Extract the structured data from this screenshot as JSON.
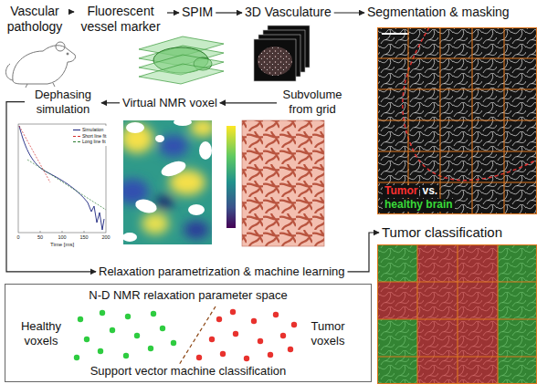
{
  "diagram": {
    "nodes": [
      {
        "text": [
          "Vascular pathology"
        ]
      },
      {
        "text": [
          "Fluorescent vessel marker"
        ]
      },
      {
        "text": [
          "SPIM"
        ]
      },
      {
        "text": [
          "3D Vasculature"
        ]
      },
      {
        "text": [
          "Segmentation & masking"
        ]
      },
      {
        "text": [
          "Dephasing simulation"
        ]
      },
      {
        "text": [
          "Virtual NMR voxel"
        ]
      },
      {
        "text": [
          "Subvolume from grid"
        ]
      },
      {
        "text": [
          "Relaxation parametrization & machine learning"
        ]
      },
      {
        "text": [
          "Tumor classification"
        ]
      },
      {
        "text": [
          "N-D NMR relaxation parameter space",
          "Healthy voxels",
          "Tumor voxels",
          "Support vector machine classification"
        ]
      }
    ],
    "edges": [
      {
        "from": 0,
        "to": 1,
        "arrow": "to"
      },
      {
        "from": 1,
        "to": 2,
        "arrow": "to"
      },
      {
        "from": 2,
        "to": 3,
        "arrow": "to"
      },
      {
        "from": 3,
        "to": 4,
        "arrow": "to"
      },
      {
        "from": 7,
        "to": 6,
        "arrow": "to"
      },
      {
        "from": 6,
        "to": 5,
        "arrow": "to"
      },
      {
        "from": 5,
        "to": 8,
        "arrow": "to"
      },
      {
        "from": 8,
        "to": 9,
        "arrow": "to"
      }
    ],
    "labels": [
      "Tumor",
      "vs.",
      "healthy brain",
      "0",
      "50",
      "100",
      "150",
      "200",
      "Time [ms]"
    ],
    "legend": [
      {
        "text": "Simulation"
      },
      {
        "text": "Short line fit"
      },
      {
        "text": "Long line fit"
      }
    ]
  }
}
